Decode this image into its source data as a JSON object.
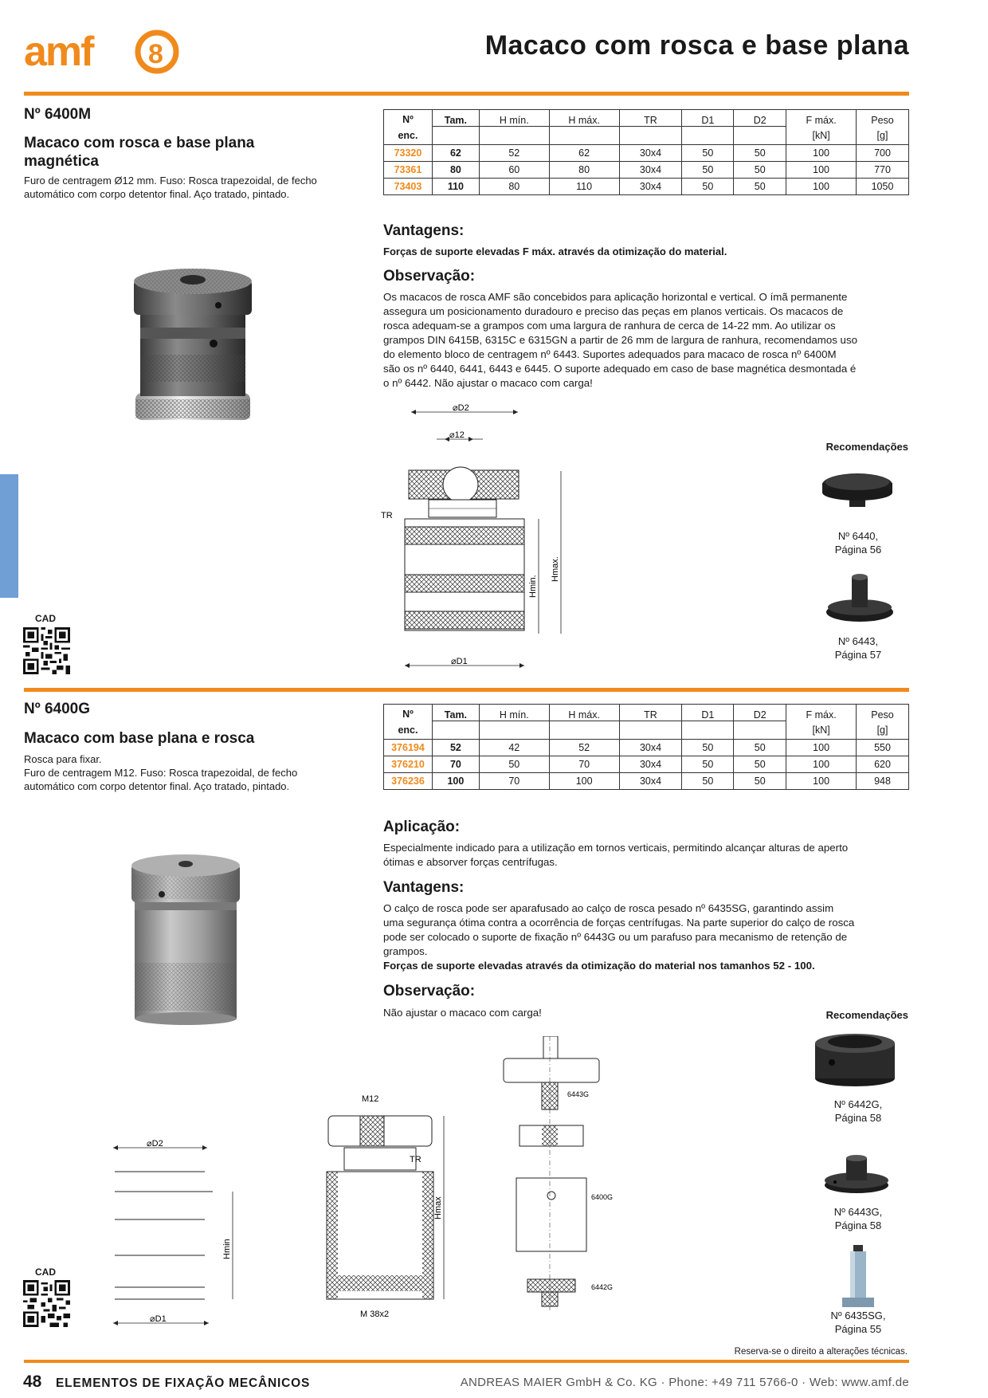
{
  "header": {
    "logo_text": "amf",
    "title": "Macaco com rosca e base plana"
  },
  "colors": {
    "accent": "#f08a1c",
    "tab": "#6f9fd4"
  },
  "section1": {
    "number": "Nº 6400M",
    "subtitle_line1": "Macaco com rosca e base plana",
    "subtitle_line2": "magnética",
    "desc_line1": "Furo de centragem Ø12 mm. Fuso: Rosca trapezoidal, de fecho",
    "desc_line2": "automático com corpo detentor final. Aço tratado, pintado.",
    "table": {
      "header": [
        "Nº enc.",
        "Tam.",
        "H mín.",
        "H máx.",
        "TR",
        "D1",
        "D2",
        "F máx.",
        "Peso"
      ],
      "col0_line1": "Nº",
      "col0_line2": "enc.",
      "units": {
        "fmax": "[kN]",
        "peso": "[g]"
      },
      "rows": [
        [
          "73320",
          "62",
          "52",
          "62",
          "30x4",
          "50",
          "50",
          "100",
          "700"
        ],
        [
          "73361",
          "80",
          "60",
          "80",
          "30x4",
          "50",
          "50",
          "100",
          "770"
        ],
        [
          "73403",
          "110",
          "80",
          "110",
          "30x4",
          "50",
          "50",
          "100",
          "1050"
        ]
      ]
    },
    "vantagens_title": "Vantagens:",
    "vantagens_text": "Forças de suporte elevadas F máx. através da otimização do material.",
    "observacao_title": "Observação:",
    "observacao_lines": [
      "Os macacos de rosca AMF são concebidos para aplicação horizontal e vertical. O ímã permanente",
      "assegura um posicionamento duradouro e preciso das peças em planos verticais. Os macacos de",
      "rosca adequam-se a grampos com uma largura de ranhura de cerca de 14-22 mm. Ao utilizar os",
      "grampos DIN 6415B, 6315C e 6315GN a partir de 26 mm de largura de ranhura, recomendamos uso",
      "do elemento  bloco de centragem nº 6443. Suportes adequados para macaco de rosca nº 6400M",
      "são os nº 6440, 6441, 6443 e 6445. O suporte adequado em caso de base magnética desmontada é",
      "o nº 6442. Não ajustar o macaco com carga!"
    ],
    "drawing_labels": {
      "d2": "⌀D2",
      "d12": "⌀12",
      "tr": "TR",
      "hmin": "Hmin.",
      "hmax": "Hmax.",
      "d1": "⌀D1"
    },
    "rec_title": "Recomendações",
    "recs": [
      {
        "line1": "Nº 6440,",
        "line2": "Página 56"
      },
      {
        "line1": "Nº 6443,",
        "line2": "Página 57"
      }
    ],
    "cad": "CAD"
  },
  "section2": {
    "number": "Nº 6400G",
    "subtitle": "Macaco com base plana e rosca",
    "desc_line1": "Rosca para fixar.",
    "desc_line2": "Furo de centragem M12. Fuso: Rosca trapezoidal, de fecho",
    "desc_line3": "automático com corpo detentor final. Aço tratado, pintado.",
    "table": {
      "header": [
        "Nº enc.",
        "Tam.",
        "H mín.",
        "H máx.",
        "TR",
        "D1",
        "D2",
        "F máx.",
        "Peso"
      ],
      "col0_line1": "Nº",
      "col0_line2": "enc.",
      "units": {
        "fmax": "[kN]",
        "peso": "[g]"
      },
      "rows": [
        [
          "376194",
          "52",
          "42",
          "52",
          "30x4",
          "50",
          "50",
          "100",
          "550"
        ],
        [
          "376210",
          "70",
          "50",
          "70",
          "30x4",
          "50",
          "50",
          "100",
          "620"
        ],
        [
          "376236",
          "100",
          "70",
          "100",
          "30x4",
          "50",
          "50",
          "100",
          "948"
        ]
      ]
    },
    "aplicacao_title": "Aplicação:",
    "aplicacao_lines": [
      "Especialmente indicado para a utilização em tornos verticais, permitindo alcançar alturas de aperto",
      "ótimas e absorver forças centrífugas."
    ],
    "vantagens_title": "Vantagens:",
    "vantagens_lines": [
      "O calço de rosca pode ser aparafusado ao calço de rosca pesado nº 6435SG, garantindo assim",
      "uma segurança ótima contra a ocorrência de forças centrífugas. Na parte superior do calço de rosca",
      "pode ser colocado o suporte de fixação nº 6443G ou um parafuso para mecanismo de retenção de",
      "grampos."
    ],
    "vantagens_bold": "Forças de suporte elevadas através da otimização do material nos tamanhos 52 - 100.",
    "observacao_title": "Observação:",
    "observacao_text": "Não ajustar o macaco com carga!",
    "drawing_labels": {
      "d2": "⌀D2",
      "hmin": "Hmin",
      "d1": "⌀D1",
      "m12": "M12",
      "tr": "TR",
      "hmax": "Hmax",
      "m38": "M 38x2",
      "p6443g": "6443G",
      "p6400g": "6400G",
      "p6442g": "6442G"
    },
    "rec_title": "Recomendações",
    "recs": [
      {
        "line1": "Nº 6442G,",
        "line2": "Página 58"
      },
      {
        "line1": "Nº 6443G,",
        "line2": "Página 58"
      },
      {
        "line1": "Nº 6435SG,",
        "line2": "Página 55"
      }
    ],
    "cad": "CAD"
  },
  "footer": {
    "reserve": "Reserva-se o direito a alterações técnicas.",
    "page_number": "48",
    "category": "ELEMENTOS DE FIXAÇÃO MECÂNICOS",
    "address": "ANDREAS MAIER GmbH & Co. KG · Phone: +49 711 5766-0 · Web: www.amf.de"
  }
}
